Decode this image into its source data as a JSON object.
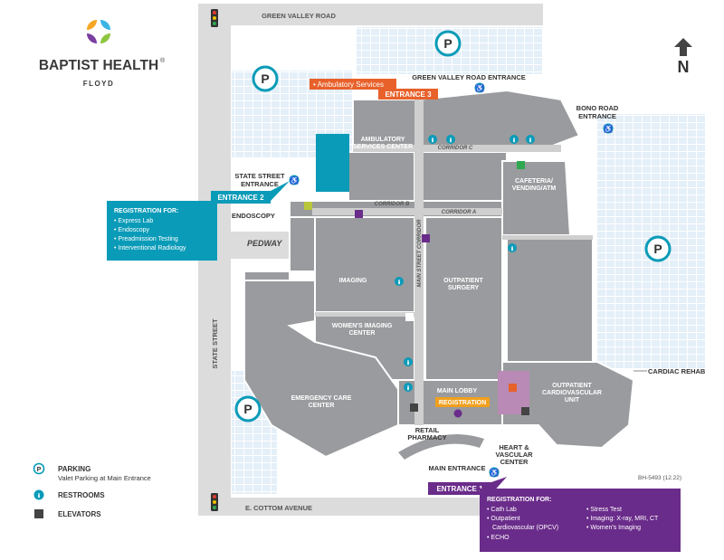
{
  "logo": {
    "name": "BAPTIST HEALTH",
    "registered_mark": "®",
    "sub": "FLOYD"
  },
  "north_label": "N",
  "roads": {
    "green_valley": "GREEN VALLEY ROAD",
    "state_street": "STATE STREET",
    "cottom": "E. COTTOM AVENUE",
    "pedway": "PEDWAY"
  },
  "entrances": {
    "green_valley": "GREEN VALLEY ROAD ENTRANCE",
    "bono_line1": "BONO ROAD",
    "bono_line2": "ENTRANCE",
    "state_line1": "STATE STREET",
    "state_line2": "ENTRANCE",
    "main": "MAIN ENTRANCE"
  },
  "buildings": {
    "ambulatory_1": "AMBULATORY",
    "ambulatory_2": "SERVICES CENTER",
    "cafeteria_1": "CAFETERIA/",
    "cafeteria_2": "VENDING/ATM",
    "imaging": "IMAGING",
    "outpatient_surgery_1": "OUTPATIENT",
    "outpatient_surgery_2": "SURGERY",
    "womens_1": "WOMEN'S IMAGING",
    "womens_2": "CENTER",
    "emergency_1": "EMERGENCY CARE",
    "emergency_2": "CENTER",
    "main_lobby": "MAIN LOBBY",
    "opcv_1": "OUTPATIENT",
    "opcv_2": "CARDIOVASCULAR",
    "opcv_3": "UNIT",
    "endoscopy": "ENDOSCOPY",
    "retail_1": "RETAIL",
    "retail_2": "PHARMACY",
    "heart_1": "HEART &",
    "heart_2": "VASCULAR",
    "heart_3": "CENTER",
    "cardiac_rehab": "CARDIAC REHAB"
  },
  "corridors": {
    "c": "CORRIDOR C",
    "b": "CORRIDOR B",
    "a": "CORRIDOR A",
    "main_street": "MAIN STREET CORRIDOR"
  },
  "parking_symbol": "P",
  "callouts": {
    "ambulatory": "• Ambulatory Services",
    "entrance3": "ENTRANCE 3",
    "entrance2": "ENTRANCE 2",
    "entrance1": "ENTRANCE 1",
    "lobby_registration": "REGISTRATION",
    "reg2_title": "REGISTRATION FOR:",
    "reg2_items": [
      "• Express Lab",
      "• Endoscopy",
      "• Preadmission Testing",
      "• Interventional Radiology"
    ],
    "reg1_title": "REGISTRATION FOR:",
    "reg1_col1": [
      "• Cath Lab",
      "• Outpatient",
      "Cardiovascular (OPCV)",
      "• ECHO"
    ],
    "reg1_col2": [
      "• Stress Test",
      "• Imaging: X-ray, MRI, CT",
      "• Women's Imaging"
    ]
  },
  "legend": {
    "parking": "PARKING",
    "parking_sub": "Valet Parking at Main Entrance",
    "restrooms": "RESTROOMS",
    "elevators": "ELEVATORS"
  },
  "doc_code": "BH-5493 (12.22)",
  "colors": {
    "building": "#9a9b9e",
    "road": "#dcdcdc",
    "parking_lot": "#e3eef7",
    "orange": "#e8612b",
    "teal": "#0a9bb8",
    "purple": "#6a2c8a",
    "lobby_gold": "#f0a01e",
    "heart_pink": "#b88ab5"
  }
}
